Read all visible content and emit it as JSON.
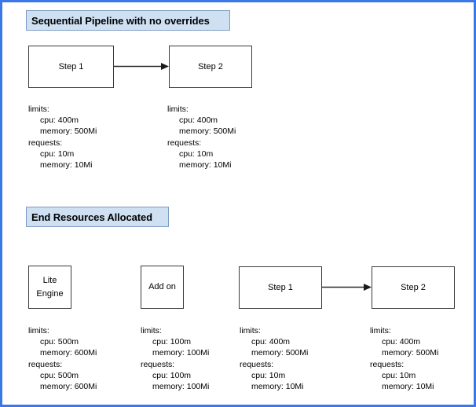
{
  "page": {
    "border_color": "#3b78e7",
    "background": "#ffffff"
  },
  "sections": [
    {
      "header": "Sequential Pipeline with no overrides",
      "header_fill": "#cfe0f3",
      "header_border": "#7d9bc1"
    },
    {
      "header": "End Resources Allocated",
      "header_fill": "#cfe0f3",
      "header_border": "#7d9bc1"
    }
  ],
  "top_row": {
    "boxes": [
      {
        "line1": "Step 1",
        "line2": ""
      },
      {
        "line1": "Step 2",
        "line2": ""
      }
    ],
    "specs": [
      {
        "limits_label": "limits:",
        "limits_cpu": "cpu: 400m",
        "limits_memory": "memory: 500Mi",
        "requests_label": "requests:",
        "requests_cpu": "cpu: 10m",
        "requests_memory": "memory: 10Mi"
      },
      {
        "limits_label": "limits:",
        "limits_cpu": "cpu: 400m",
        "limits_memory": "memory: 500Mi",
        "requests_label": "requests:",
        "requests_cpu": "cpu: 10m",
        "requests_memory": "memory: 10Mi"
      }
    ]
  },
  "bottom_row": {
    "boxes": [
      {
        "line1": "Lite",
        "line2": "Engine"
      },
      {
        "line1": "Add on",
        "line2": ""
      },
      {
        "line1": "Step 1",
        "line2": ""
      },
      {
        "line1": "Step 2",
        "line2": ""
      }
    ],
    "specs": [
      {
        "limits_label": "limits:",
        "limits_cpu": "cpu: 500m",
        "limits_memory": "memory: 600Mi",
        "requests_label": "requests:",
        "requests_cpu": "cpu: 500m",
        "requests_memory": "memory: 600Mi"
      },
      {
        "limits_label": "limits:",
        "limits_cpu": "cpu: 100m",
        "limits_memory": "memory: 100Mi",
        "requests_label": "requests:",
        "requests_cpu": "cpu: 100m",
        "requests_memory": "memory: 100Mi"
      },
      {
        "limits_label": "limits:",
        "limits_cpu": "cpu: 400m",
        "limits_memory": "memory: 500Mi",
        "requests_label": "requests:",
        "requests_cpu": "cpu: 10m",
        "requests_memory": "memory: 10Mi"
      },
      {
        "limits_label": "limits:",
        "limits_cpu": "cpu: 400m",
        "limits_memory": "memory: 500Mi",
        "requests_label": "requests:",
        "requests_cpu": "cpu: 10m",
        "requests_memory": "memory: 10Mi"
      }
    ]
  }
}
